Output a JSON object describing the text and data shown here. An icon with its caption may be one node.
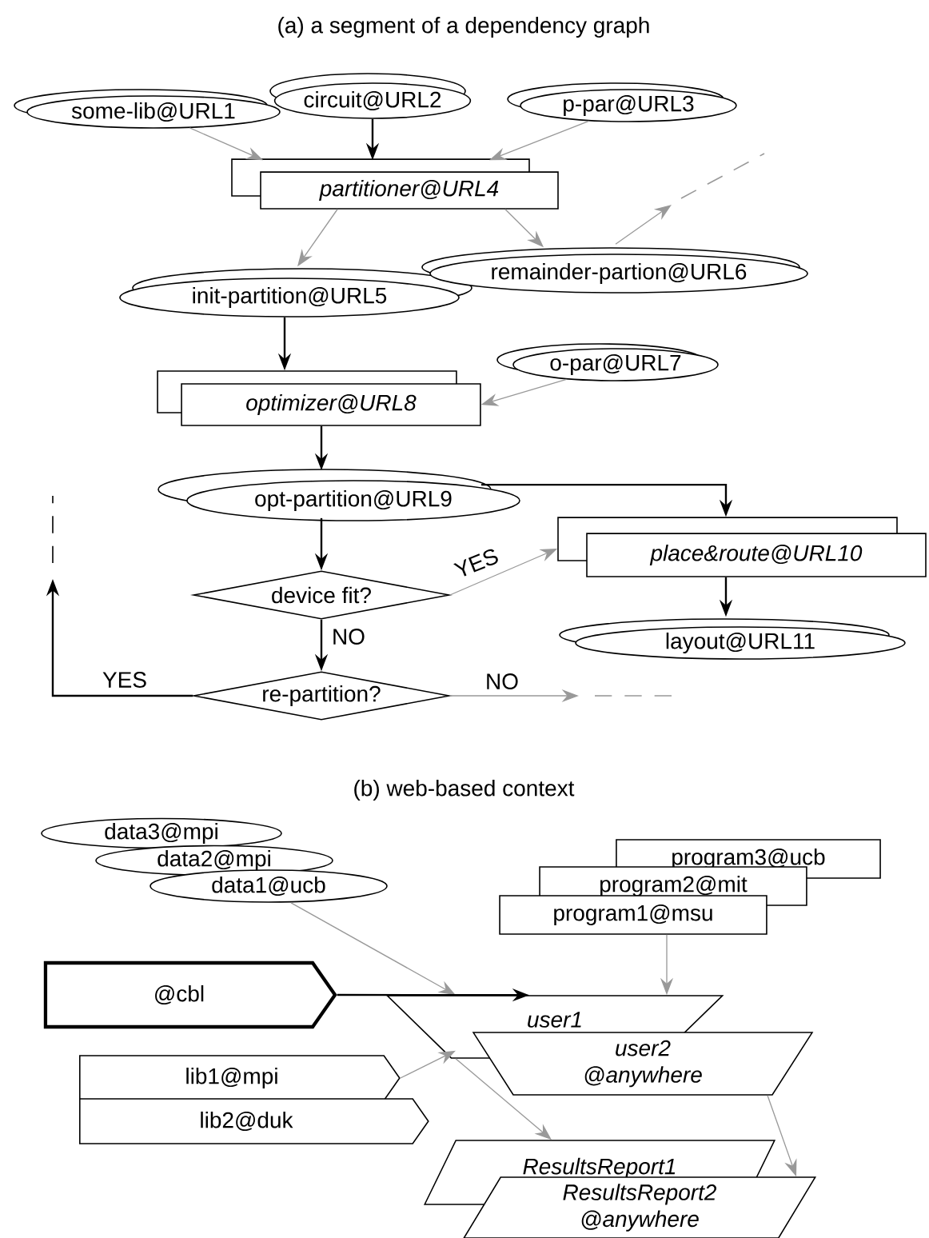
{
  "diagram": {
    "nodes": [
      {
        "text": [
          "some-lib@URL1"
        ]
      },
      {
        "text": [
          "circuit@URL2"
        ]
      },
      {
        "text": [
          "p-par@URL3"
        ]
      },
      {
        "text": [
          "partitioner@URL4"
        ]
      },
      {
        "text": [
          "init-partition@URL5"
        ]
      },
      {
        "text": [
          "remainder-partion@URL6"
        ]
      },
      {
        "text": [
          "o-par@URL7"
        ]
      },
      {
        "text": [
          "optimizer@URL8"
        ]
      },
      {
        "text": [
          "opt-partition@URL9"
        ]
      },
      {
        "text": [
          "place&route@URL10"
        ]
      },
      {
        "text": [
          "device fit?"
        ]
      },
      {
        "text": [
          "layout@URL11"
        ]
      },
      {
        "text": [
          "re-partition?"
        ]
      },
      {
        "text": [
          "data3@mpi"
        ]
      },
      {
        "text": [
          "data2@mpi"
        ]
      },
      {
        "text": [
          "data1@ucb"
        ]
      },
      {
        "text": [
          "program3@ucb"
        ]
      },
      {
        "text": [
          "program2@mit"
        ]
      },
      {
        "text": [
          "program1@msu"
        ]
      },
      {
        "text": [
          "@cbl"
        ]
      },
      {
        "text": [
          "lib1@mpi"
        ]
      },
      {
        "text": [
          "lib2@duk"
        ]
      },
      {
        "text": [
          "user1"
        ]
      },
      {
        "text": [
          "user2 @anywhere"
        ]
      },
      {
        "text": [
          "ResultsReport1"
        ]
      },
      {
        "text": [
          "ResultsReport2 @anywhere"
        ]
      }
    ],
    "edges": [
      {
        "from": 0,
        "to": 3,
        "arrow": "to"
      },
      {
        "from": 1,
        "to": 3,
        "arrow": "to",
        "color": "#000000"
      },
      {
        "from": 2,
        "to": 3,
        "arrow": "to"
      },
      {
        "from": 3,
        "to": 4,
        "arrow": "to"
      },
      {
        "from": 3,
        "to": 5,
        "arrow": "to"
      },
      {
        "from": 5,
        "to": null,
        "arrow": "to"
      },
      {
        "from": 4,
        "to": 7,
        "arrow": "to",
        "color": "#000000"
      },
      {
        "from": 6,
        "to": 7,
        "arrow": "to"
      },
      {
        "from": 7,
        "to": 8,
        "arrow": "to",
        "color": "#000000"
      },
      {
        "from": 8,
        "to": 9,
        "arrow": "to",
        "color": "#000000"
      },
      {
        "from": 8,
        "to": 10,
        "arrow": "to",
        "color": "#000000"
      },
      {
        "from": 10,
        "to": 9,
        "arrow": "to",
        "label": "YES"
      },
      {
        "from": 9,
        "to": 11,
        "arrow": "to",
        "color": "#000000"
      },
      {
        "from": 10,
        "to": 12,
        "arrow": "to",
        "label": "NO",
        "color": "#000000"
      },
      {
        "from": 12,
        "to": null,
        "arrow": "to",
        "label": "YES",
        "color": "#000000"
      },
      {
        "from": 12,
        "to": null,
        "arrow": "to",
        "label": "NO"
      },
      {
        "from": 15,
        "to": 22,
        "arrow": "to"
      },
      {
        "from": 18,
        "to": 22,
        "arrow": "to"
      },
      {
        "from": 19,
        "to": 22,
        "arrow": "to",
        "color": "#000000"
      },
      {
        "from": 20,
        "to": 22,
        "arrow": "to"
      },
      {
        "from": 22,
        "to": 24,
        "arrow": "to"
      },
      {
        "from": 23,
        "to": 25,
        "arrow": "to"
      }
    ],
    "labels": [
      "(a) a segment of a dependency graph",
      "(b) web-based context"
    ]
  }
}
